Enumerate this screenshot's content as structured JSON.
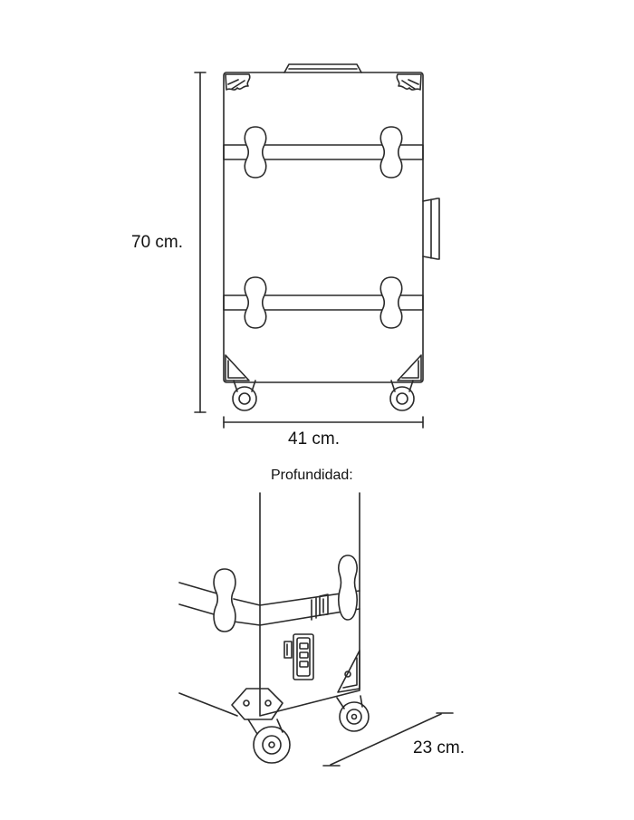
{
  "dimensions": {
    "height_label": "70 cm.",
    "width_label": "41 cm.",
    "depth_title": "Profundidad:",
    "depth_label": "23 cm."
  },
  "colors": {
    "line": "#2a2a2a",
    "background": "#ffffff"
  }
}
